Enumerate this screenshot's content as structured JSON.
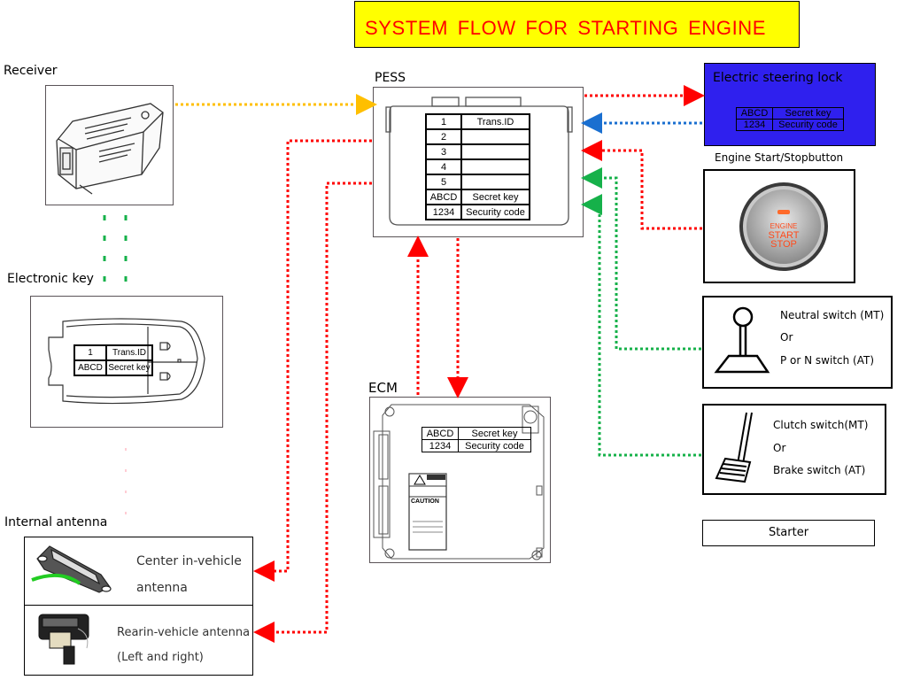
{
  "title": "SYSTEM FLOW FOR STARTING ENGINE",
  "colors": {
    "title_bg": "#ffff00",
    "title_text": "#ff0000",
    "steering_lock_bg": "#2f20ee",
    "signal_red": "#ff0000",
    "signal_blue": "#1a6fd0",
    "signal_green": "#16b14a",
    "signal_yellow": "#ffbf00"
  },
  "receiver": {
    "label": "Receiver"
  },
  "electronic_key": {
    "label": "Electronic key",
    "table": [
      [
        "1",
        "Trans.ID"
      ],
      [
        "ABCD",
        "Secret key"
      ]
    ],
    "icons": [
      "lock-button-icon",
      "unlock-button-icon"
    ]
  },
  "pess": {
    "label": "PESS",
    "table": [
      [
        "1",
        "Trans.ID"
      ],
      [
        "2",
        ""
      ],
      [
        "3",
        ""
      ],
      [
        "4",
        ""
      ],
      [
        "5",
        ""
      ],
      [
        "ABCD",
        "Secret key"
      ],
      [
        "1234",
        "Security code"
      ]
    ]
  },
  "steering_lock": {
    "label": "Electric steering lock",
    "table": [
      [
        "ABCD",
        "Secret key"
      ],
      [
        "1234",
        "Security code"
      ]
    ]
  },
  "start_button": {
    "label": "Engine Start/Stopbutton",
    "button_text": [
      "ENGINE",
      "START",
      "STOP"
    ]
  },
  "neutral_switch": {
    "lines": [
      "Neutral switch (MT)",
      "Or",
      "P or N switch (AT)"
    ]
  },
  "clutch_switch": {
    "lines": [
      "Clutch switch(MT)",
      "Or",
      "Brake switch (AT)"
    ]
  },
  "starter": {
    "label": "Starter"
  },
  "ecm": {
    "label": "ECM",
    "table": [
      [
        "ABCD",
        "Secret key"
      ],
      [
        "1234",
        "Security code"
      ]
    ],
    "caution_label": "CAUTION"
  },
  "internal_antenna": {
    "label": "Internal antenna",
    "center": {
      "lines": [
        "Center in-vehicle",
        "antenna"
      ]
    },
    "rear": {
      "lines": [
        "Rearin-vehicle antenna",
        "(Left and right)"
      ]
    }
  },
  "connections": [
    {
      "from": "receiver",
      "to": "pess",
      "color": "yellow"
    },
    {
      "from": "pess",
      "to": "steering_lock",
      "color": "red"
    },
    {
      "from": "steering_lock",
      "to": "pess",
      "color": "blue"
    },
    {
      "from": "start_button",
      "to": "pess",
      "color": "red"
    },
    {
      "from": "neutral_switch",
      "to": "pess",
      "color": "green"
    },
    {
      "from": "clutch_switch",
      "to": "pess",
      "color": "green"
    },
    {
      "from": "pess",
      "to": "ecm",
      "color": "red"
    },
    {
      "from": "ecm",
      "to": "pess",
      "color": "red"
    },
    {
      "from": "pess",
      "to": "center_antenna",
      "color": "red"
    },
    {
      "from": "pess",
      "to": "rear_antenna",
      "color": "red"
    },
    {
      "from": "electronic_key",
      "to": "receiver",
      "color": "green"
    }
  ]
}
